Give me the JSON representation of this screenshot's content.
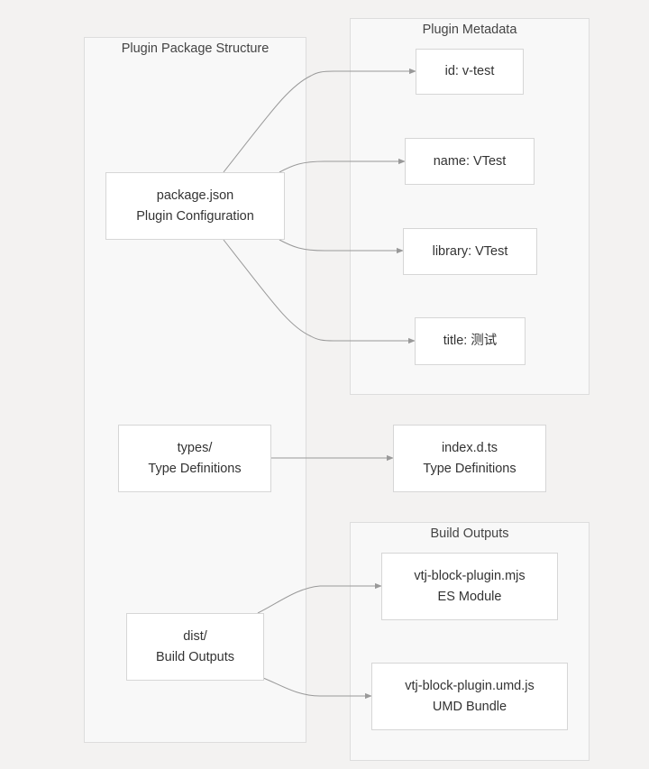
{
  "clusters": {
    "package": {
      "title": "Plugin Package Structure"
    },
    "metadata": {
      "title": "Plugin Metadata"
    },
    "build": {
      "title": "Build Outputs"
    }
  },
  "nodes": {
    "package_json": {
      "line1": "package.json",
      "line2": "Plugin Configuration"
    },
    "types": {
      "line1": "types/",
      "line2": "Type Definitions"
    },
    "dist": {
      "line1": "dist/",
      "line2": "Build Outputs"
    },
    "meta_id": {
      "label": "id: v-test"
    },
    "meta_name": {
      "label": "name: VTest"
    },
    "meta_library": {
      "label": "library: VTest"
    },
    "meta_title": {
      "label": "title: 测试"
    },
    "index_dts": {
      "line1": "index.d.ts",
      "line2": "Type Definitions"
    },
    "mjs": {
      "line1": "vtj-block-plugin.mjs",
      "line2": "ES Module"
    },
    "umd": {
      "line1": "vtj-block-plugin.umd.js",
      "line2": "UMD Bundle"
    }
  },
  "colors": {
    "background": "#f3f2f1",
    "cluster_fill": "#f8f8f8",
    "node_fill": "#ffffff",
    "edge": "#999999"
  }
}
